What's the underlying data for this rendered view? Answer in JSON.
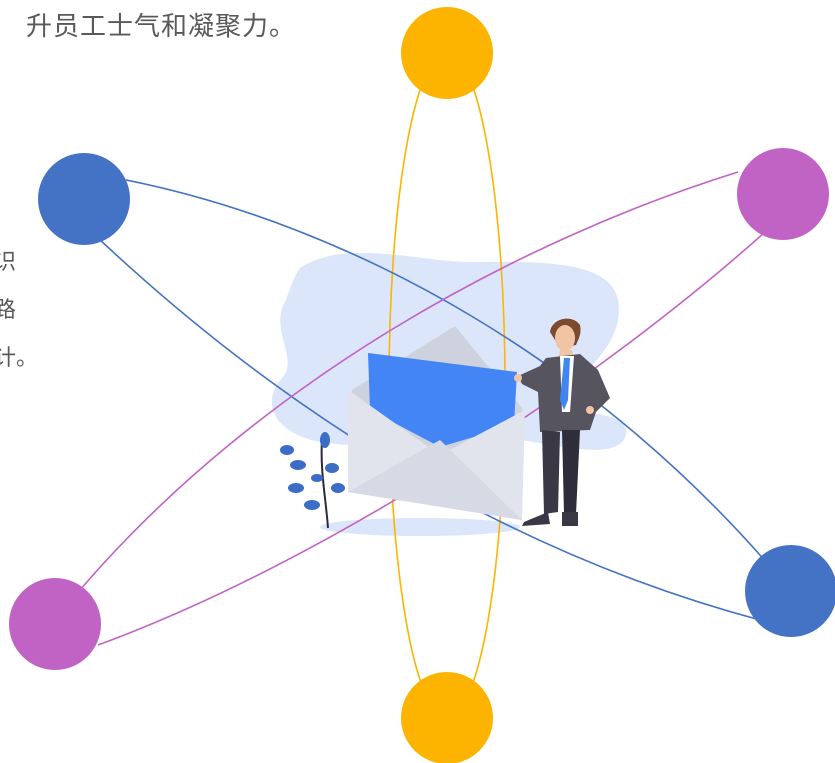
{
  "text": {
    "top_line": "升员工士气和凝聚力。",
    "left_fragments": [
      "识",
      "路",
      "计。"
    ]
  },
  "colors": {
    "orbit_yellow": "#FDB400",
    "orbit_blue": "#4472C4",
    "orbit_purple": "#C162C5",
    "blob": "#DCE6FB",
    "envelope_flap": "#4385F4",
    "envelope_body": "#E1E4EC",
    "suit": "#56545F",
    "tie": "#3F86F4",
    "hair": "#7B4A2F",
    "skin": "#F2C4A6",
    "leaf": "#3A6CC8"
  },
  "nodes": [
    {
      "name": "node-yellow-top",
      "color": "#FDB400"
    },
    {
      "name": "node-yellow-bottom",
      "color": "#FDB400"
    },
    {
      "name": "node-blue-left",
      "color": "#4472C4"
    },
    {
      "name": "node-blue-right",
      "color": "#4472C4"
    },
    {
      "name": "node-purple-right",
      "color": "#C162C5"
    },
    {
      "name": "node-purple-left",
      "color": "#C162C5"
    }
  ],
  "illustration": {
    "items": [
      "envelope-illustration",
      "businessman-illustration",
      "plant-illustration",
      "background-blob"
    ]
  }
}
